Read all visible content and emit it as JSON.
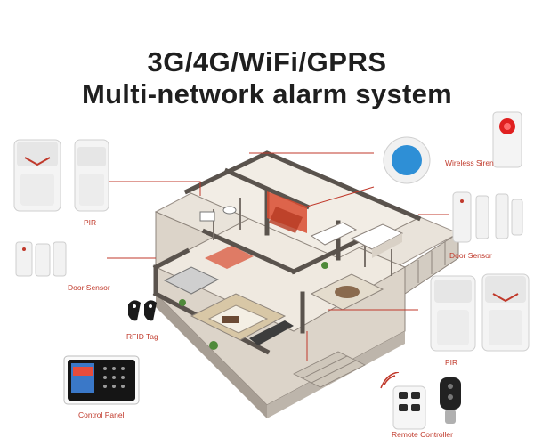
{
  "title_line1": "3G/4G/WiFi/GPRS",
  "title_line2": "Multi-network alarm system",
  "labels": {
    "pir_left": "PIR",
    "door_sensor_left": "Door Sensor",
    "rfid_tag": "RFID Tag",
    "control_panel": "Control Panel",
    "wireless_siren": "Wireless Siren",
    "door_sensor_right": "Door Sensor",
    "pir_right": "PIR",
    "remote_controller": "Remote Controller"
  },
  "colors": {
    "accent": "#c0392b",
    "siren_blue": "#2e8fd6"
  }
}
